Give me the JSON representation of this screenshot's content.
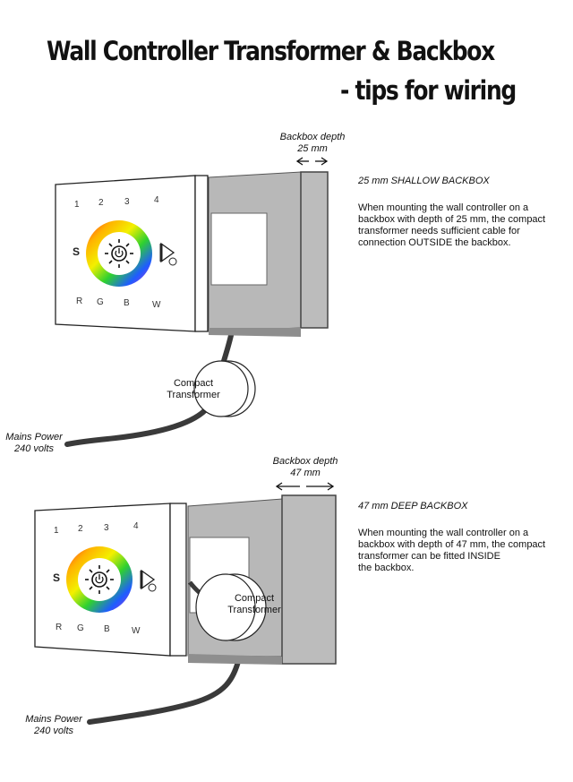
{
  "title": {
    "line1": "Wall Controller Transformer & Backbox",
    "line2": "- tips for wiring"
  },
  "sections": [
    {
      "depth_label_line1": "Backbox depth",
      "depth_label_line2": "25 mm",
      "heading": "25 mm SHALLOW BACKBOX",
      "text_lines": [
        "When mounting the wall controller on a",
        "backbox with depth of 25 mm, the compact",
        "transformer needs sufficient cable for",
        "connection OUTSIDE the backbox."
      ],
      "transformer_label_line1": "Compact",
      "transformer_label_line2": "Transformer",
      "mains_line1": "Mains Power",
      "mains_line2": "240 volts",
      "keypad": {
        "numbers": [
          "1",
          "2",
          "3",
          "4"
        ],
        "side_left": "S",
        "bottom": [
          "R",
          "G",
          "B",
          "W"
        ]
      }
    },
    {
      "depth_label_line1": "Backbox depth",
      "depth_label_line2": "47 mm",
      "heading": "47 mm DEEP BACKBOX",
      "text_lines": [
        "When mounting the wall controller on a",
        "backbox with depth of 47 mm, the compact",
        "transformer can be fitted INSIDE",
        "the backbox."
      ],
      "transformer_label_line1": "Compact",
      "transformer_label_line2": "Transformer",
      "mains_line1": "Mains Power",
      "mains_line2": "240 volts",
      "keypad": {
        "numbers": [
          "1",
          "2",
          "3",
          "4"
        ],
        "side_left": "S",
        "bottom": [
          "R",
          "G",
          "B",
          "W"
        ]
      }
    }
  ],
  "colors": {
    "backbox": "#b3b3b3",
    "backbox_dark": "#8e8e8e",
    "cable": "#3a3a3a"
  }
}
